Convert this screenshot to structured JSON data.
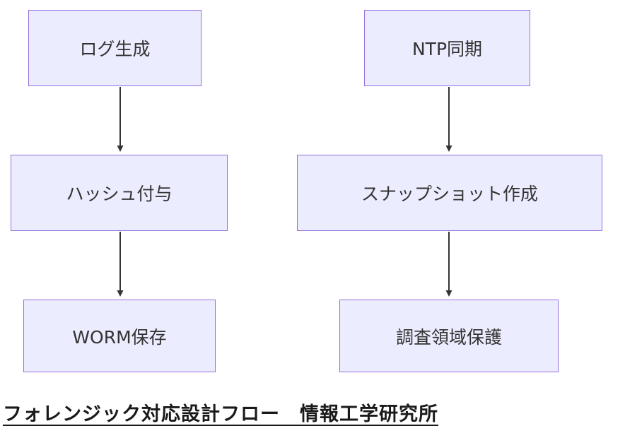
{
  "diagram": {
    "type": "flowchart",
    "caption": "フォレンジック対応設計フロー　情報工学研究所",
    "columns": [
      {
        "name": "left-flow",
        "nodes": [
          "ログ生成",
          "ハッシュ付与",
          "WORM保存"
        ]
      },
      {
        "name": "right-flow",
        "nodes": [
          "NTP同期",
          "スナップショット作成",
          "調査領域保護"
        ]
      }
    ],
    "nodes": {
      "log": {
        "label": "ログ生成"
      },
      "hash": {
        "label": "ハッシュ付与"
      },
      "worm": {
        "label": "WORM保存"
      },
      "ntp": {
        "label": "NTP同期"
      },
      "snapshot": {
        "label": "スナップショット作成"
      },
      "protect": {
        "label": "調査領域保護"
      }
    },
    "edges": [
      {
        "from": "log",
        "to": "hash"
      },
      {
        "from": "hash",
        "to": "worm"
      },
      {
        "from": "ntp",
        "to": "snapshot"
      },
      {
        "from": "snapshot",
        "to": "protect"
      }
    ],
    "colors": {
      "node_fill": "#ECECFF",
      "node_border": "#9370DB",
      "arrow": "#333333",
      "text": "#333333",
      "caption_text": "#1a1a1a"
    }
  }
}
